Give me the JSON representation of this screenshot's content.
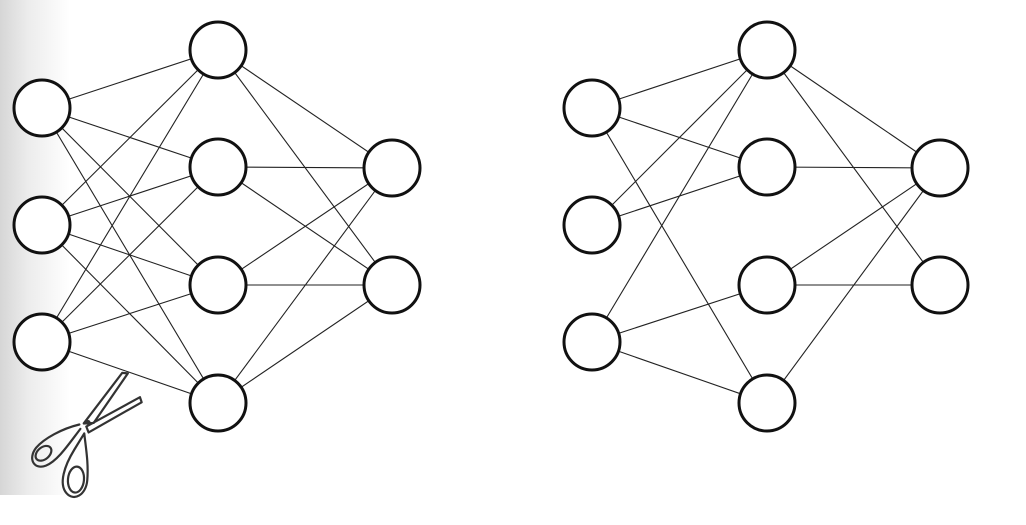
{
  "networks": [
    {
      "id": "full-network",
      "layers": [
        3,
        4,
        2
      ],
      "pruned": false
    },
    {
      "id": "pruned-network",
      "layers": [
        3,
        4,
        2
      ],
      "pruned": true,
      "kept_connections": {
        "input_to_hidden": [
          [
            0,
            0
          ],
          [
            0,
            1
          ],
          [
            0,
            3
          ],
          [
            1,
            0
          ],
          [
            1,
            1
          ],
          [
            2,
            0
          ],
          [
            2,
            2
          ],
          [
            2,
            3
          ]
        ],
        "hidden_to_output": [
          [
            0,
            0
          ],
          [
            0,
            1
          ],
          [
            1,
            0
          ],
          [
            2,
            0
          ],
          [
            2,
            1
          ],
          [
            3,
            0
          ]
        ]
      }
    }
  ],
  "decorations": {
    "scissors_icon": "scissors-icon"
  }
}
